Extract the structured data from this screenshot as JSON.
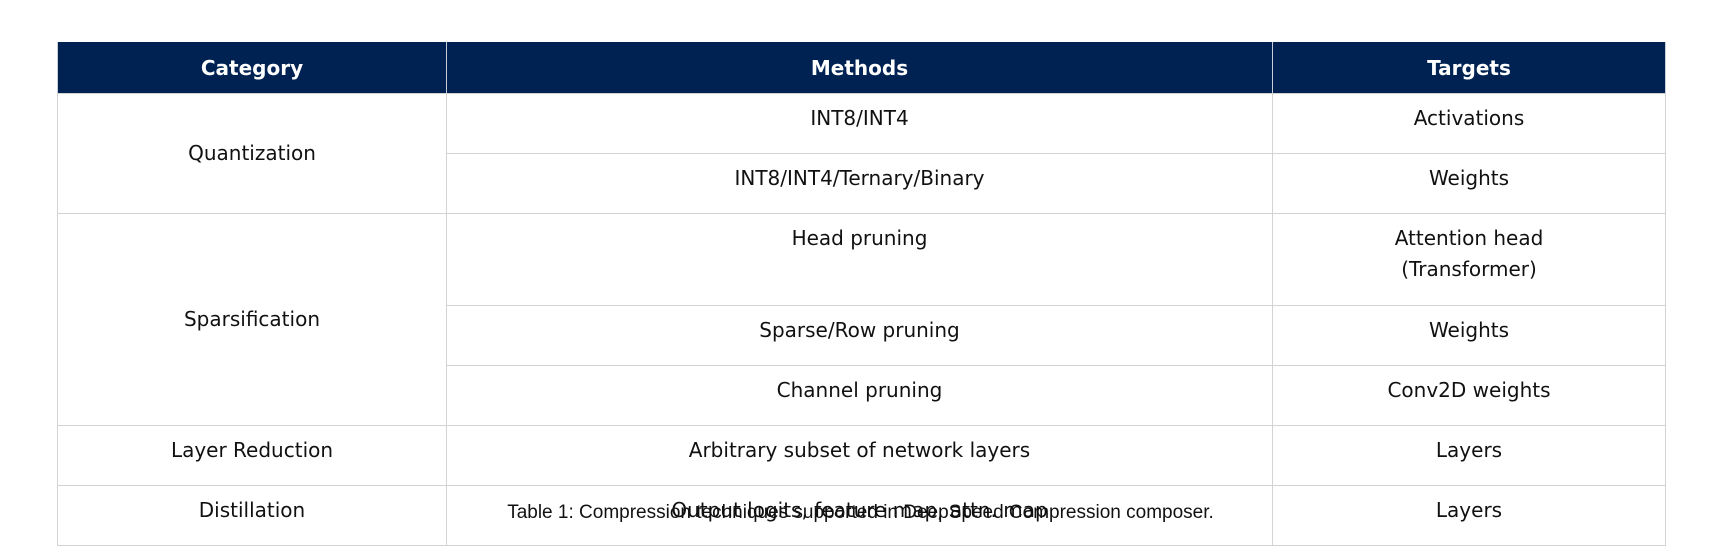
{
  "table": {
    "headers": [
      "Category",
      "Methods",
      "Targets"
    ],
    "groups": [
      {
        "category": "Quantization",
        "rows": [
          {
            "method": "INT8/INT4",
            "target": "Activations"
          },
          {
            "method": "INT8/INT4/Ternary/Binary",
            "target": "Weights"
          }
        ]
      },
      {
        "category": "Sparsification",
        "rows": [
          {
            "method": "Head pruning",
            "target_line1": "Attention head",
            "target_line2": "(Transformer)"
          },
          {
            "method": "Sparse/Row pruning",
            "target": "Weights"
          },
          {
            "method": "Channel pruning",
            "target": "Conv2D weights"
          }
        ]
      },
      {
        "category": "Layer Reduction",
        "rows": [
          {
            "method": "Arbitrary subset of network layers",
            "target": "Layers"
          }
        ]
      },
      {
        "category": "Distillation",
        "rows": [
          {
            "method": "Output logits, feature map, attn. map",
            "target": "Layers"
          }
        ]
      }
    ]
  },
  "caption": "Table 1: Compression techniques supported in DeepSpeed Compression composer."
}
